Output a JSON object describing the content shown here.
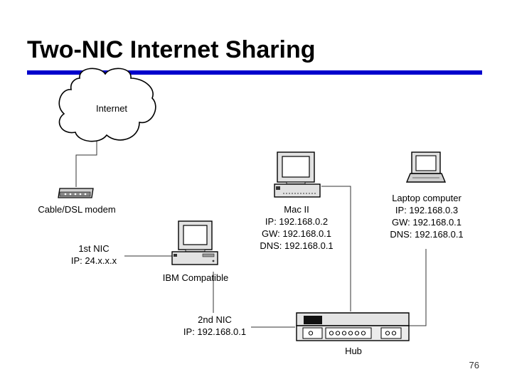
{
  "slide": {
    "title": "Two-NIC Internet Sharing",
    "page_number": "76",
    "accent_color": "#0000cc"
  },
  "diagram": {
    "internet": {
      "label": "Internet",
      "icon": "cloud-icon"
    },
    "modem": {
      "label": "Cable/DSL modem",
      "icon": "modem-icon"
    },
    "nic1": {
      "line1": "1st NIC",
      "line2": "IP: 24.x.x.x"
    },
    "ibm": {
      "label": "IBM Compatible",
      "icon": "desktop-computer-icon"
    },
    "nic2": {
      "line1": "2nd NIC",
      "line2": "IP: 192.168.0.1"
    },
    "mac": {
      "name": "Mac II",
      "ip": "IP: 192.168.0.2",
      "gw": "GW: 192.168.0.1",
      "dns": "DNS: 192.168.0.1",
      "icon": "desktop-computer-icon"
    },
    "laptop": {
      "name": "Laptop computer",
      "ip": "IP: 192.168.0.3",
      "gw": "GW: 192.168.0.1",
      "dns": "DNS: 192.168.0.1",
      "icon": "laptop-icon"
    },
    "hub": {
      "label": "Hub",
      "icon": "hub-icon"
    }
  }
}
